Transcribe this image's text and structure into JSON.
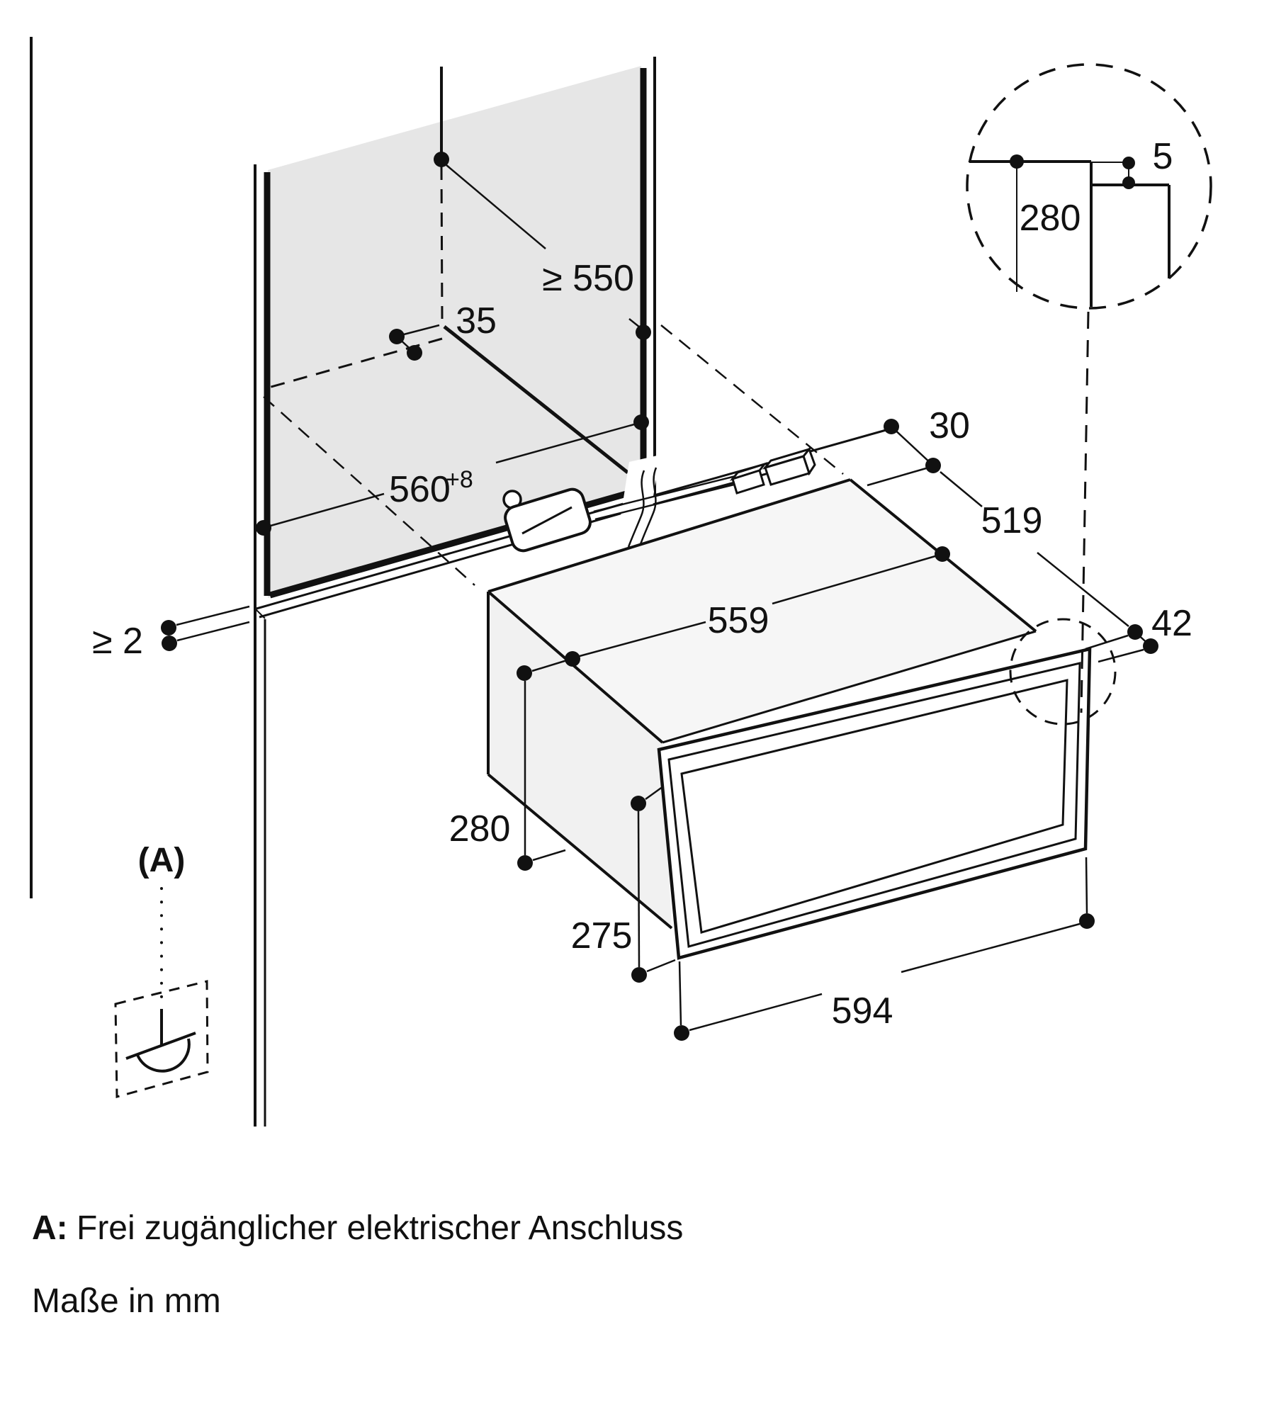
{
  "diagram": {
    "dimensions": {
      "niche_depth": "≥ 550",
      "rear_clearance": "35",
      "niche_width": "560",
      "niche_width_tol": "+8",
      "front_gap": "≥ 2",
      "plug_offset": "30",
      "body_depth": "519",
      "body_width": "559",
      "body_height": "280",
      "front_height": "275",
      "front_width": "594",
      "front_frame_offset": "42",
      "detail_niche_height": "280",
      "detail_overlap": "5"
    },
    "callout_label": "(A)",
    "legend": {
      "key": "A:",
      "text": "Frei zugänglicher elektrischer Anschluss"
    },
    "units_note": "Maße in mm",
    "colors": {
      "line": "#111111",
      "panel_fill": "#e6e6e6",
      "panel_edge": "#9b9b9b",
      "appliance_top": "#f6f6f6",
      "appliance_side": "#f1f1f1",
      "background": "#ffffff"
    }
  }
}
